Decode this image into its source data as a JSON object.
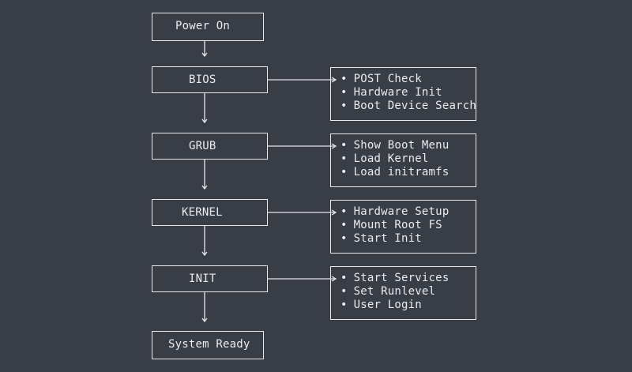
{
  "stages": [
    {
      "label": "Power On",
      "details": []
    },
    {
      "label": "BIOS",
      "details": [
        "POST Check",
        "Hardware Init",
        "Boot Device Search"
      ]
    },
    {
      "label": "GRUB",
      "details": [
        "Show Boot Menu",
        "Load Kernel",
        "Load initramfs"
      ]
    },
    {
      "label": "KERNEL",
      "details": [
        "Hardware Setup",
        "Mount Root FS",
        "Start Init"
      ]
    },
    {
      "label": "INIT",
      "details": [
        "Start Services",
        "Set Runlevel",
        "User Login"
      ]
    },
    {
      "label": "System Ready",
      "details": []
    }
  ],
  "colors": {
    "background": "#393d46",
    "line": "#e6e8ec",
    "text": "#e9ecef"
  }
}
